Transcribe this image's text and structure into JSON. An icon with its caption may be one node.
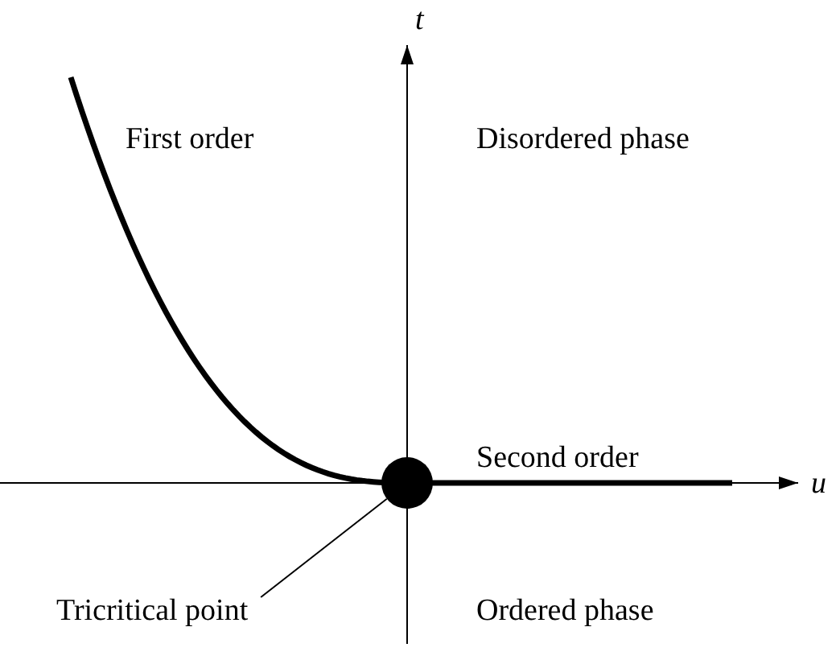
{
  "diagram": {
    "nodes": [
      {
        "text": [
          "Tricritical point"
        ]
      },
      {
        "text": [],
        "shape": "circle"
      }
    ],
    "edges": [
      {
        "from": 0,
        "to": 1,
        "arrow": "none"
      }
    ],
    "labels": [
      "t",
      "First order",
      "Disordered phase",
      "Second order",
      "u",
      "Ordered phase"
    ]
  }
}
